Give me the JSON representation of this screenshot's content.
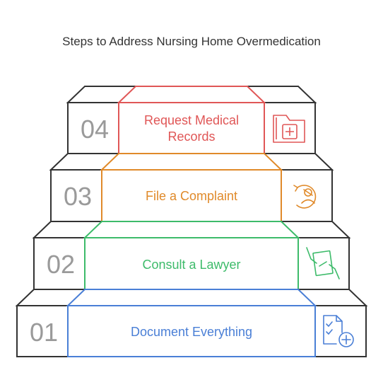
{
  "title": "Steps to Address Nursing Home Overmedication",
  "steps": [
    {
      "number": "04",
      "label_lines": [
        "Request Medical",
        "Records"
      ],
      "color": "#e05656",
      "icon": "medical-folder-icon"
    },
    {
      "number": "03",
      "label_lines": [
        "File a Complaint"
      ],
      "color": "#e08a2a",
      "icon": "complaint-person-icon"
    },
    {
      "number": "02",
      "label_lines": [
        "Consult a Lawyer"
      ],
      "color": "#3dbb6a",
      "icon": "document-handshake-icon"
    },
    {
      "number": "01",
      "label_lines": [
        "Document Everything"
      ],
      "color": "#4a7fd6",
      "icon": "checklist-add-icon"
    }
  ]
}
